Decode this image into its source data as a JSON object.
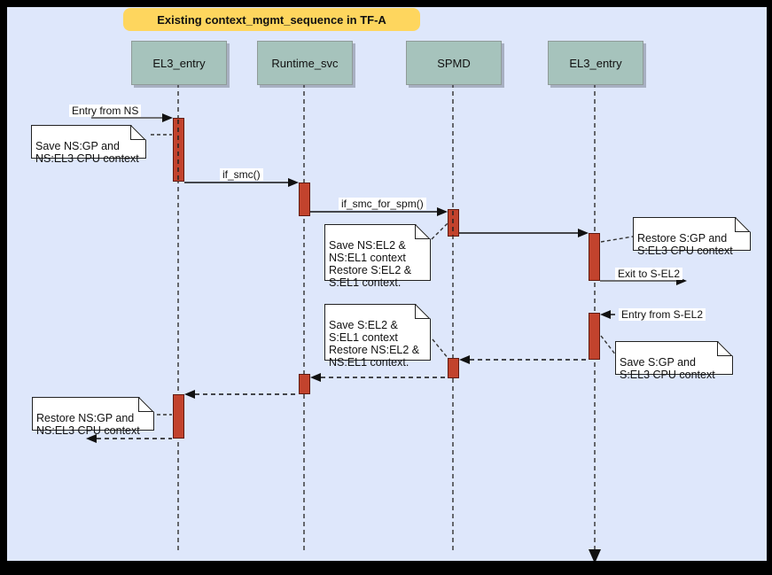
{
  "diagram": {
    "type": "uml-sequence-diagram",
    "title": "Existing context_mgmt_sequence in TF-A",
    "colors": {
      "canvas_bg": "#dee7fb",
      "frame": "#000000",
      "title_bg": "#fed65e",
      "lifeline_header_bg": "#a6c3bc",
      "activation_fill": "#c2432d",
      "activation_border": "#5f1a10",
      "note_bg": "#ffffff"
    },
    "lifelines": [
      {
        "label": "EL3_entry"
      },
      {
        "label": "Runtime_svc"
      },
      {
        "label": "SPMD"
      },
      {
        "label": "EL3_entry"
      }
    ],
    "messages": [
      {
        "label": "Entry from NS",
        "from": "environment",
        "to": "EL3_entry",
        "style": "solid"
      },
      {
        "label": "if_smc()",
        "from": "EL3_entry",
        "to": "Runtime_svc",
        "style": "solid"
      },
      {
        "label": "if_smc_for_spm()",
        "from": "Runtime_svc",
        "to": "SPMD",
        "style": "solid"
      },
      {
        "label": "",
        "from": "SPMD",
        "to": "EL3_entry",
        "style": "solid"
      },
      {
        "label": "Exit to S-EL2",
        "from": "EL3_entry",
        "to": "environment",
        "style": "solid"
      },
      {
        "label": "Entry from S-EL2",
        "from": "environment",
        "to": "EL3_entry",
        "style": "dashed"
      },
      {
        "label": "",
        "from": "EL3_entry",
        "to": "SPMD",
        "style": "dashed"
      },
      {
        "label": "",
        "from": "SPMD",
        "to": "Runtime_svc",
        "style": "dashed"
      },
      {
        "label": "",
        "from": "Runtime_svc",
        "to": "EL3_entry",
        "style": "dashed"
      },
      {
        "label": "",
        "from": "EL3_entry",
        "to": "environment",
        "style": "dashed"
      }
    ],
    "notes": [
      {
        "text": "Save NS:GP and\nNS:EL3 CPU context"
      },
      {
        "text": "Save NS:EL2 &\nNS:EL1 context\nRestore S:EL2 &\nS:EL1 context."
      },
      {
        "text": "Restore S:GP and\nS:EL3 CPU context"
      },
      {
        "text": "Save S:GP and\nS:EL3 CPU context"
      },
      {
        "text": "Save S:EL2 &\nS:EL1 context\nRestore NS:EL2 &\nNS:EL1 context."
      },
      {
        "text": "Restore NS:GP and\nNS:EL3 CPU context"
      }
    ]
  }
}
